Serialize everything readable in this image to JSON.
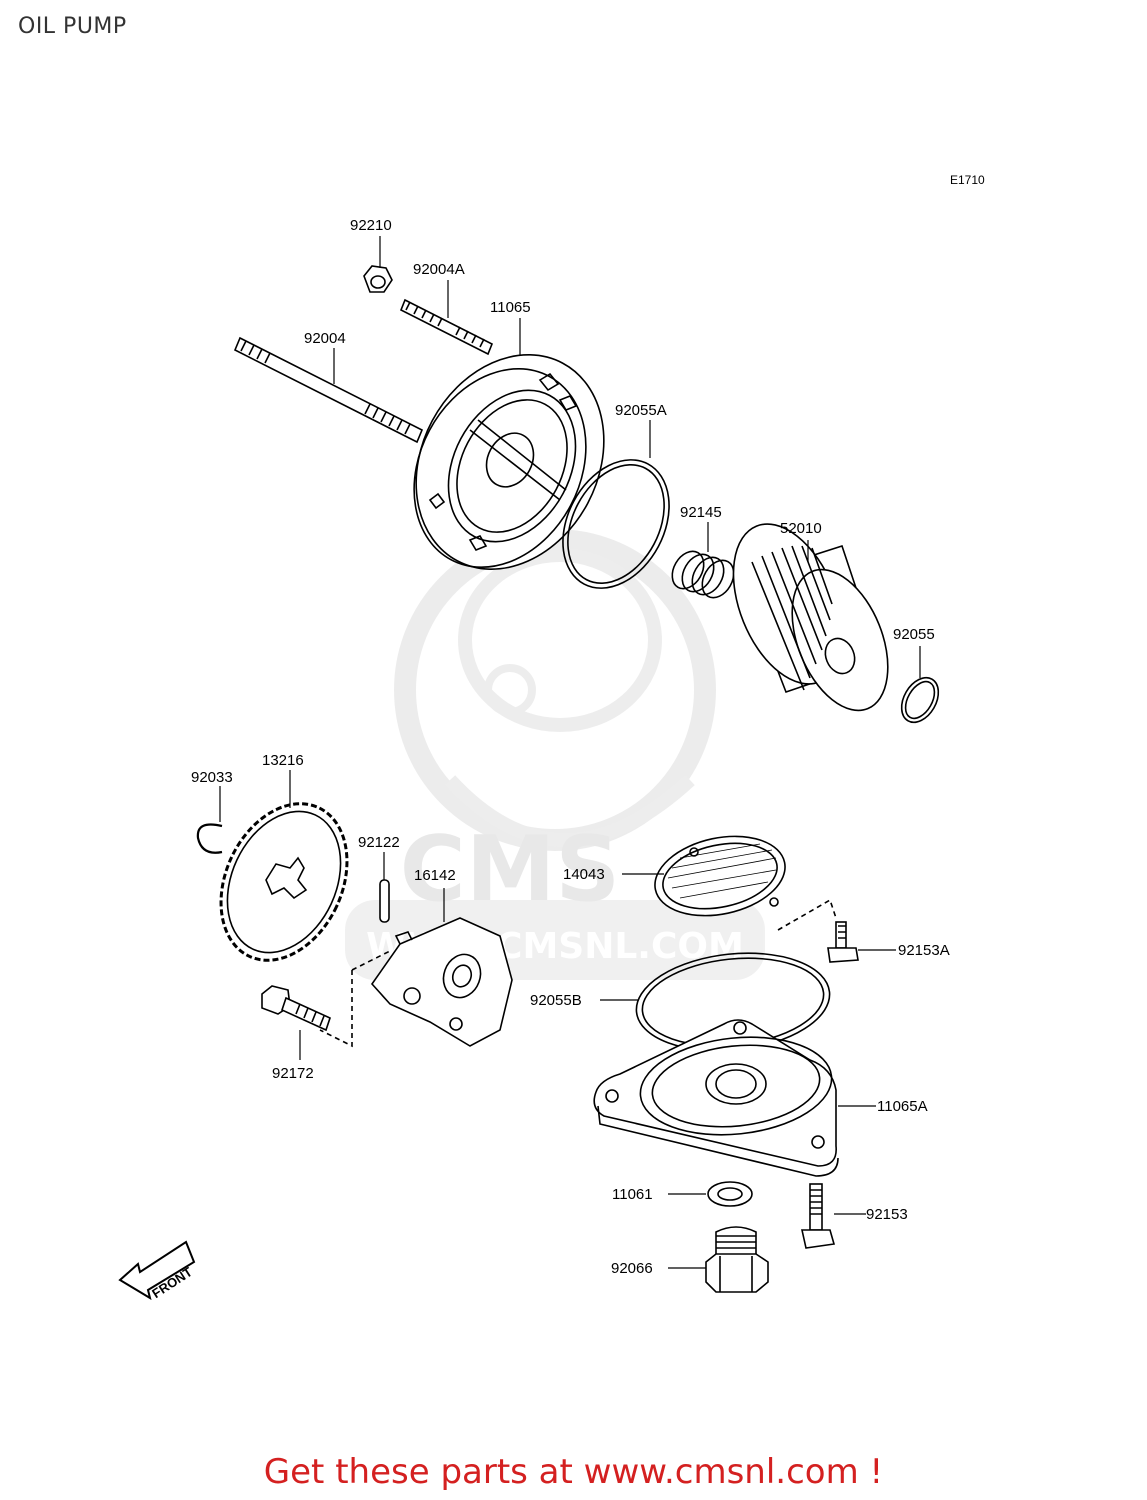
{
  "title": "OIL PUMP",
  "diagram_code": "E1710",
  "watermark": {
    "brand": "CMS",
    "url": "WWW.CMSNL.COM"
  },
  "front_arrow": "FRONT",
  "parts": [
    {
      "id": "p-92210",
      "label": "92210"
    },
    {
      "id": "p-92004A",
      "label": "92004A"
    },
    {
      "id": "p-11065",
      "label": "11065"
    },
    {
      "id": "p-92004",
      "label": "92004"
    },
    {
      "id": "p-92055A",
      "label": "92055A"
    },
    {
      "id": "p-92145",
      "label": "92145"
    },
    {
      "id": "p-52010",
      "label": "52010"
    },
    {
      "id": "p-92055",
      "label": "92055"
    },
    {
      "id": "p-92033",
      "label": "92033"
    },
    {
      "id": "p-13216",
      "label": "13216"
    },
    {
      "id": "p-92122",
      "label": "92122"
    },
    {
      "id": "p-16142",
      "label": "16142"
    },
    {
      "id": "p-14043",
      "label": "14043"
    },
    {
      "id": "p-92153A",
      "label": "92153A"
    },
    {
      "id": "p-92055B",
      "label": "92055B"
    },
    {
      "id": "p-92172",
      "label": "92172"
    },
    {
      "id": "p-11065A",
      "label": "11065A"
    },
    {
      "id": "p-11061",
      "label": "11061"
    },
    {
      "id": "p-92153",
      "label": "92153"
    },
    {
      "id": "p-92066",
      "label": "92066"
    }
  ],
  "cta": {
    "prefix": "Get these parts at",
    "link": "www.cmsnl.com",
    "suffix": "!"
  },
  "colors": {
    "cta": "#d42020",
    "line": "#000000",
    "watermark": "#e6e6e6"
  }
}
